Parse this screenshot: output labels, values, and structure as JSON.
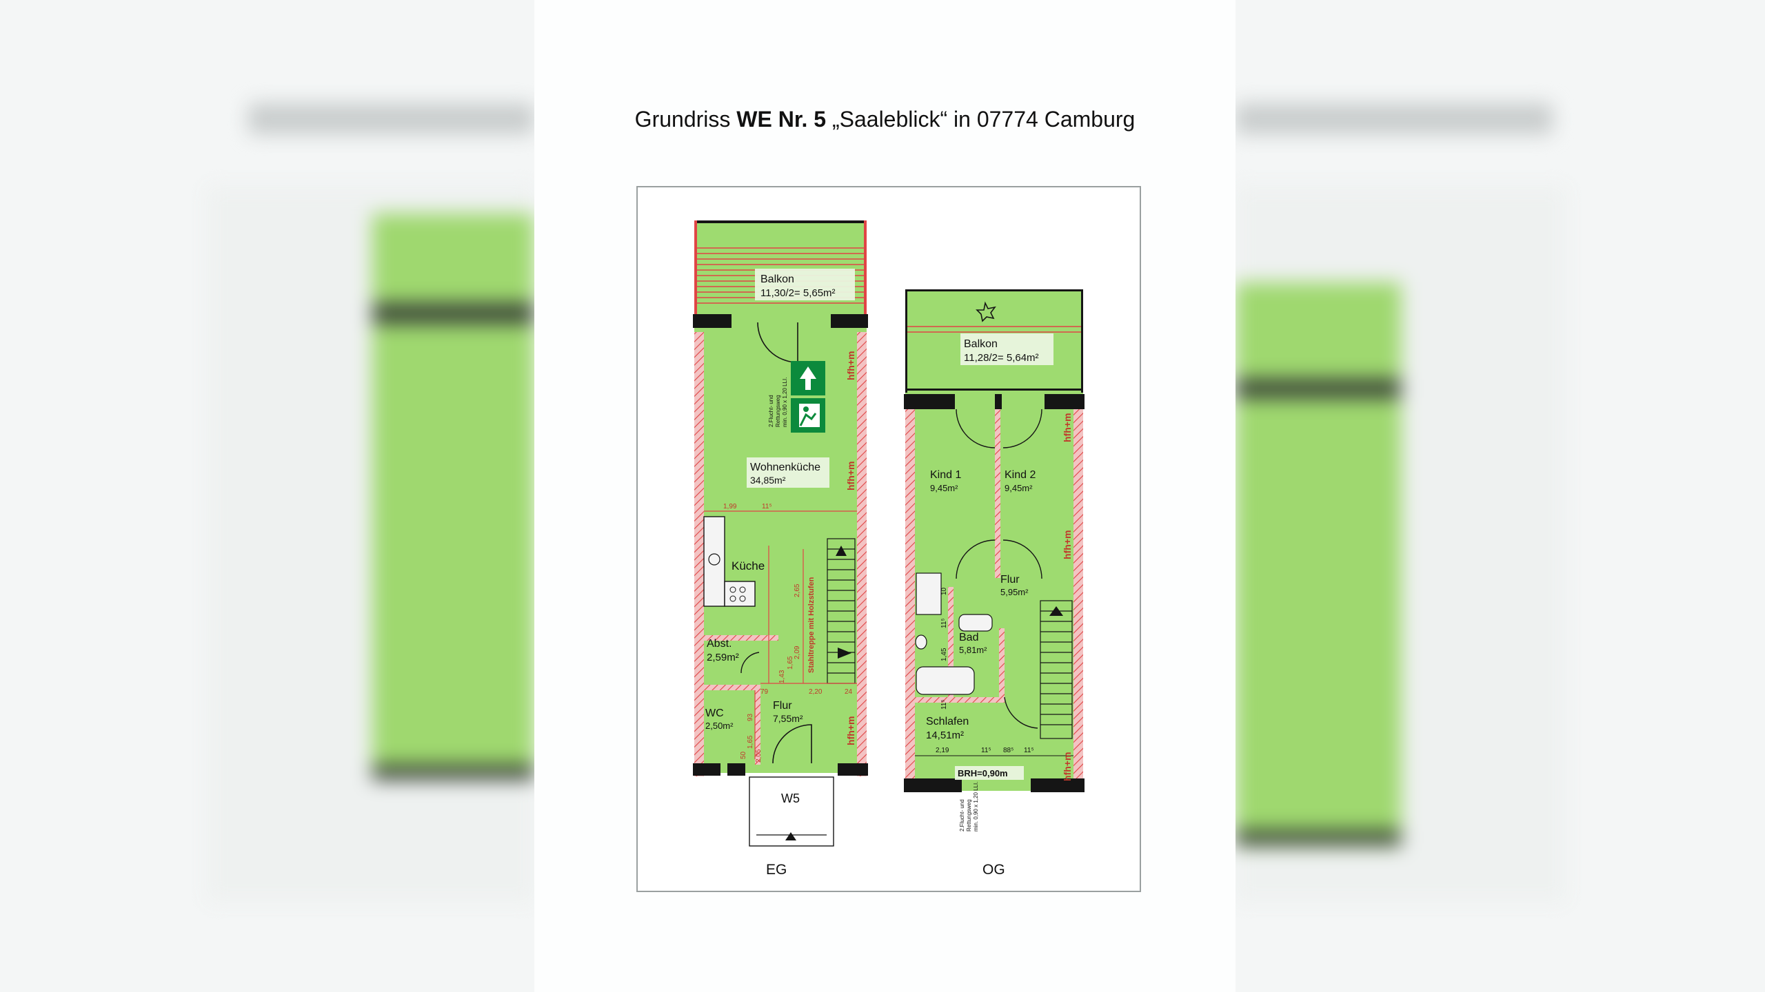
{
  "header": {
    "prefix": "Grundriss",
    "bold": "WE Nr. 5",
    "suffix": "„Saaleblick“ in 07774 Camburg"
  },
  "colors": {
    "floor": "#9edb70",
    "wall": "#e04545",
    "dark": "#151515",
    "exit_green": "#0c8a3c"
  },
  "eg": {
    "label": "EG",
    "balkon": {
      "name": "Balkon",
      "area": "11,30/2= 5,65m²"
    },
    "wohnkueche": {
      "name": "Wohnenküche",
      "area": "34,85m²"
    },
    "kueche": {
      "name": "Küche"
    },
    "abst": {
      "name": "Abst.",
      "area": "2,59m²"
    },
    "wc": {
      "name": "WC",
      "area": "2,50m²"
    },
    "flur": {
      "name": "Flur",
      "area": "7,55m²"
    },
    "entry": {
      "name": "W5"
    },
    "stair_note": "Stahltreppe mit Holzstufen",
    "escape_note_1": "2.Flucht- und",
    "escape_note_2": "Rettungsweg",
    "escape_note_3": "min. 0,90 x 1,20 LLI.",
    "hfh_marks": [
      "hfh+m",
      "hfh+m",
      "hfh+m"
    ],
    "dims": [
      "1,99",
      "11⁵",
      "2,65",
      "2,09",
      "1,65",
      "1,43",
      "2,20",
      "24",
      "79",
      "93",
      "1,65",
      "2,05",
      "50"
    ]
  },
  "og": {
    "label": "OG",
    "balkon": {
      "name": "Balkon",
      "area": "11,28/2= 5,64m²"
    },
    "kind1": {
      "name": "Kind 1",
      "area": "9,45m²"
    },
    "kind2": {
      "name": "Kind 2",
      "area": "9,45m²"
    },
    "flur": {
      "name": "Flur",
      "area": "5,95m²"
    },
    "bad": {
      "name": "Bad",
      "area": "5,81m²"
    },
    "schlafen": {
      "name": "Schlafen",
      "area": "14,51m²"
    },
    "brh": "BRH=0,90m",
    "escape_note_1": "2.Flucht- und",
    "escape_note_2": "Rettungsweg",
    "escape_note_3": "min. 0,90 x 1,20 LLI.",
    "hfh_marks": [
      "hfh+m",
      "hfh+m",
      "hfh+m"
    ],
    "dims": [
      "2,19",
      "11⁵",
      "88⁵",
      "11⁵",
      "10",
      "11⁵",
      "1,45",
      "11⁵"
    ]
  }
}
